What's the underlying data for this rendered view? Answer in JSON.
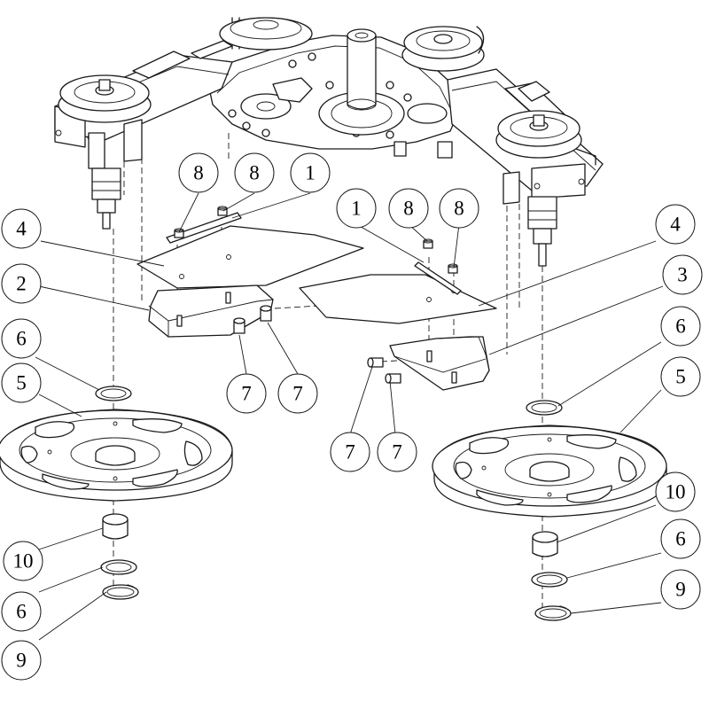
{
  "callouts": [
    {
      "id": "c1a",
      "label": "1"
    },
    {
      "id": "c1b",
      "label": "1"
    },
    {
      "id": "c2",
      "label": "2"
    },
    {
      "id": "c3",
      "label": "3"
    },
    {
      "id": "c4a",
      "label": "4"
    },
    {
      "id": "c4b",
      "label": "4"
    },
    {
      "id": "c5a",
      "label": "5"
    },
    {
      "id": "c5b",
      "label": "5"
    },
    {
      "id": "c6a",
      "label": "6"
    },
    {
      "id": "c6b",
      "label": "6"
    },
    {
      "id": "c6c",
      "label": "6"
    },
    {
      "id": "c6d",
      "label": "6"
    },
    {
      "id": "c7a",
      "label": "7"
    },
    {
      "id": "c7b",
      "label": "7"
    },
    {
      "id": "c7c",
      "label": "7"
    },
    {
      "id": "c7d",
      "label": "7"
    },
    {
      "id": "c8a",
      "label": "8"
    },
    {
      "id": "c8b",
      "label": "8"
    },
    {
      "id": "c8c",
      "label": "8"
    },
    {
      "id": "c8d",
      "label": "8"
    },
    {
      "id": "c9a",
      "label": "9"
    },
    {
      "id": "c9b",
      "label": "9"
    },
    {
      "id": "c10a",
      "label": "10"
    },
    {
      "id": "c10b",
      "label": "10"
    }
  ]
}
